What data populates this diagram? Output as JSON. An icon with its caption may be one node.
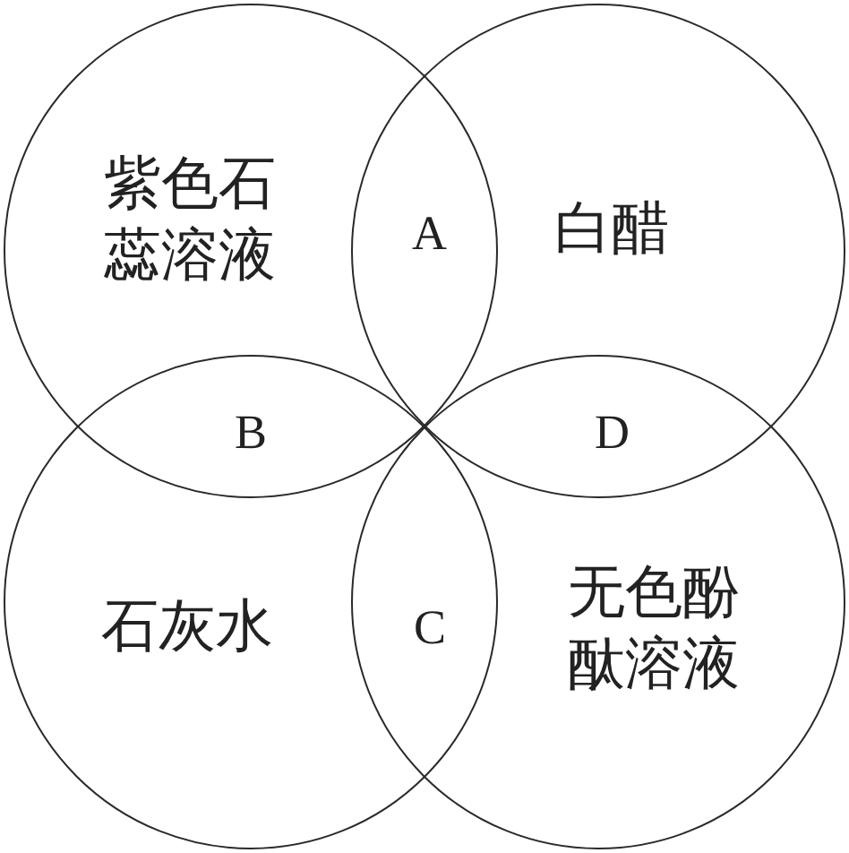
{
  "diagram": {
    "nodes": [
      {
        "text": [
          "紫色石蕊溶液"
        ]
      },
      {
        "text": [
          "白醋"
        ]
      },
      {
        "text": [
          "石灰水"
        ]
      },
      {
        "text": [
          "无色酚酞溶液"
        ]
      }
    ],
    "labels": [
      "A",
      "B",
      "D",
      "C"
    ]
  }
}
